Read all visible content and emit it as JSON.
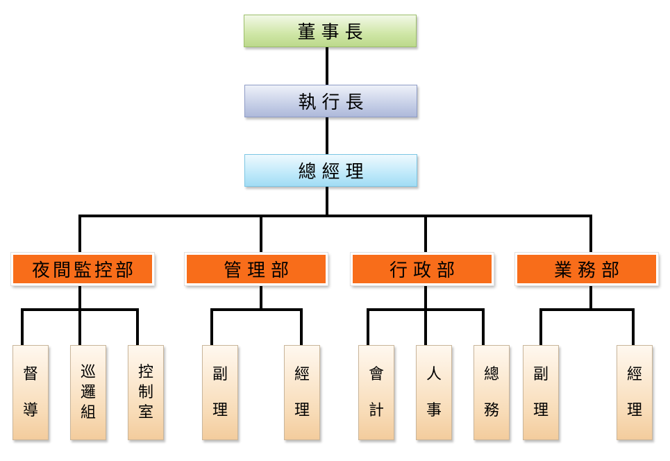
{
  "chart": {
    "chairman": "董事長",
    "ceo": "執行長",
    "general_manager": "總經理",
    "departments": [
      {
        "name": "夜間監控部",
        "units": [
          [
            "督",
            "導"
          ],
          [
            "巡",
            "邏",
            "組"
          ],
          [
            "控",
            "制",
            "室"
          ]
        ]
      },
      {
        "name": "管理部",
        "units": [
          [
            "副",
            "理"
          ],
          [
            "經",
            "理"
          ]
        ]
      },
      {
        "name": "行政部",
        "units": [
          [
            "會",
            "計"
          ],
          [
            "人",
            "事"
          ],
          [
            "總",
            "務"
          ]
        ]
      },
      {
        "name": "業務部",
        "units": [
          [
            "副",
            "理"
          ],
          [
            "經",
            "理"
          ]
        ]
      }
    ]
  }
}
